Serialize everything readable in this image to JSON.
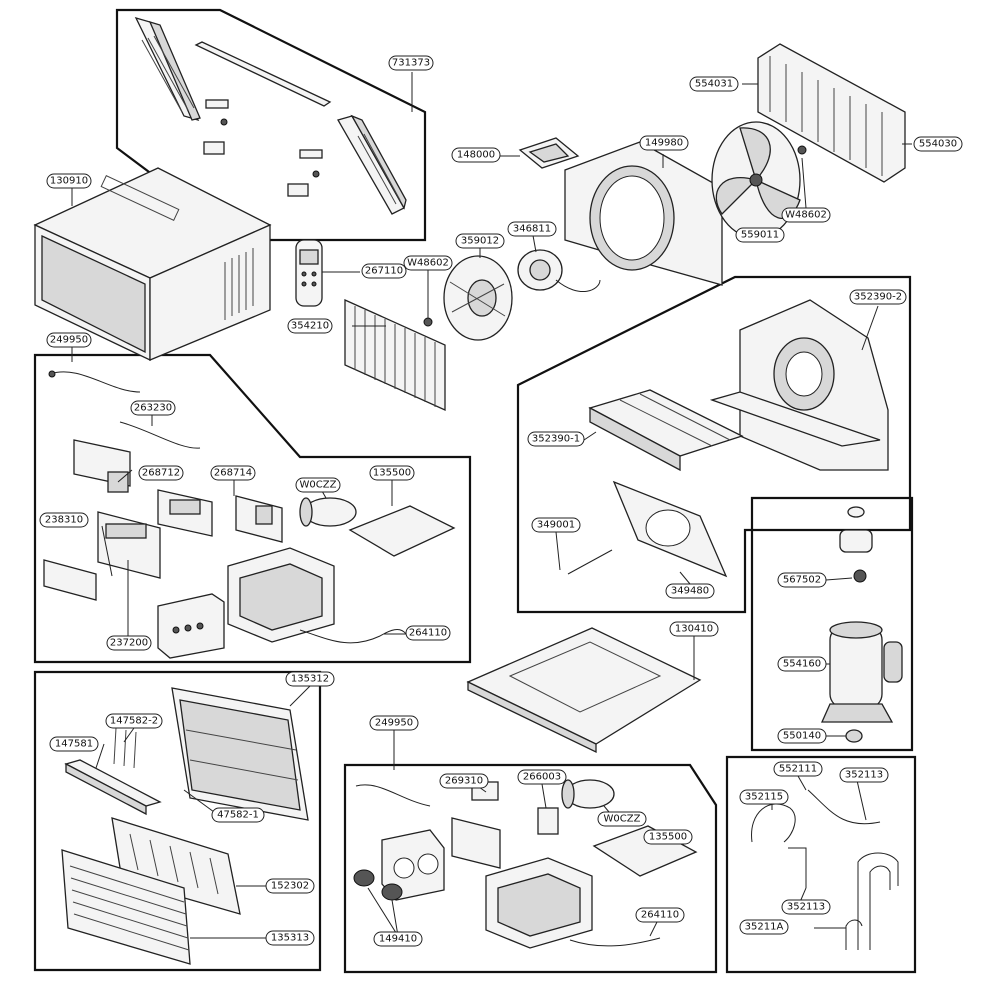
{
  "labels": {
    "l731373": "731373",
    "l130910": "130910",
    "l267110": "267110",
    "l354210": "354210",
    "l249950a": "249950",
    "l263230": "263230",
    "l268712": "268712",
    "l268714": "268714",
    "lwoczz1": "W0CZZ",
    "l135500a": "135500",
    "l238310": "238310",
    "l237200": "237200",
    "l264110a": "264110",
    "l554031": "554031",
    "l554030": "554030",
    "l148000": "148000",
    "l149980": "149980",
    "l346811": "346811",
    "l359012": "359012",
    "lw48602a": "W48602",
    "lw48602b": "W48602",
    "l559011": "559011",
    "l352390_2": "352390-2",
    "l352390_1": "352390-1",
    "l349001": "349001",
    "l349480": "349480",
    "l567502": "567502",
    "l130410": "130410",
    "l554160": "554160",
    "l550140": "550140",
    "l135312": "135312",
    "l147582_2": "147582-2",
    "l147581": "147581",
    "l147582_1": "47582-1",
    "l152302": "152302",
    "l135313": "135313",
    "l249950b": "249950",
    "l269310": "269310",
    "l266003": "266003",
    "lwoczz2": "W0CZZ",
    "l135500b": "135500",
    "l149410": "149410",
    "l264110b": "264110",
    "l552111": "552111",
    "l352113a": "352113",
    "l352115": "352115",
    "l352113b": "352113",
    "l35211a": "35211A"
  }
}
